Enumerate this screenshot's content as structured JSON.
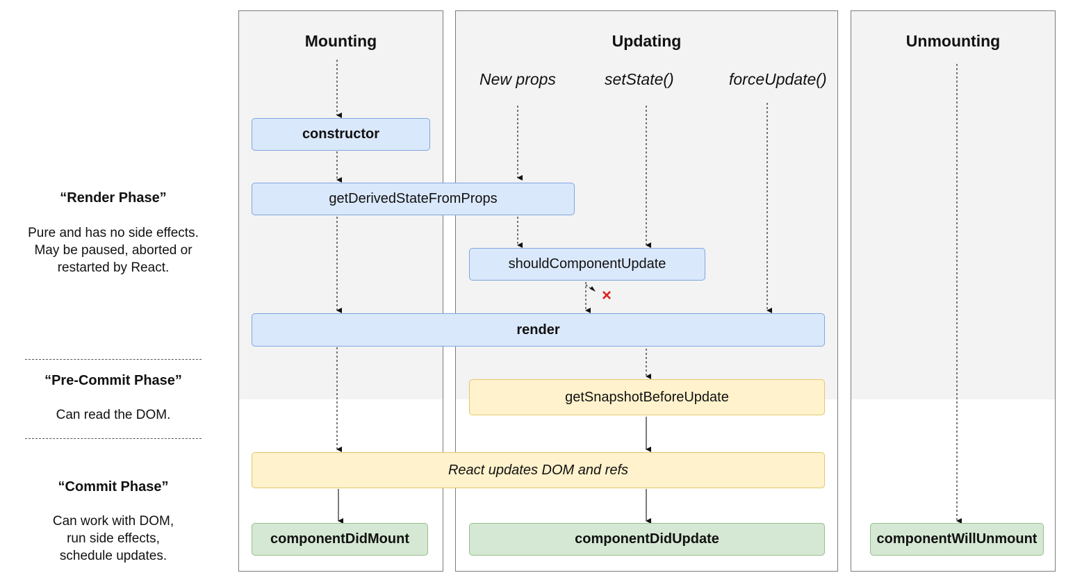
{
  "columns": {
    "mounting": "Mounting",
    "updating": "Updating",
    "unmounting": "Unmounting"
  },
  "triggers": {
    "new_props": "New props",
    "set_state": "setState()",
    "force_update": "forceUpdate()"
  },
  "nodes": {
    "constructor": "constructor",
    "get_derived_state": "getDerivedStateFromProps",
    "should_component_update": "shouldComponentUpdate",
    "render": "render",
    "get_snapshot": "getSnapshotBeforeUpdate",
    "react_updates_dom": "React updates DOM and refs",
    "component_did_mount": "componentDidMount",
    "component_did_update": "componentDidUpdate",
    "component_will_unmount": "componentWillUnmount"
  },
  "phases": {
    "render": {
      "title": "“Render Phase”",
      "lines": [
        "Pure and has no side effects.",
        "May be paused, aborted or",
        "restarted by React."
      ]
    },
    "pre_commit": {
      "title": "“Pre-Commit Phase”",
      "lines": [
        "Can read the DOM."
      ]
    },
    "commit": {
      "title": "“Commit Phase”",
      "lines": [
        "Can work with DOM,",
        "run side effects,",
        "schedule updates."
      ]
    }
  },
  "skip_marker": "×",
  "colors": {
    "render_phase_node": "#dae8fc",
    "precommit_node": "#fff2cc",
    "commit_node": "#d5e8d4",
    "skip_mark": "#e02020"
  }
}
